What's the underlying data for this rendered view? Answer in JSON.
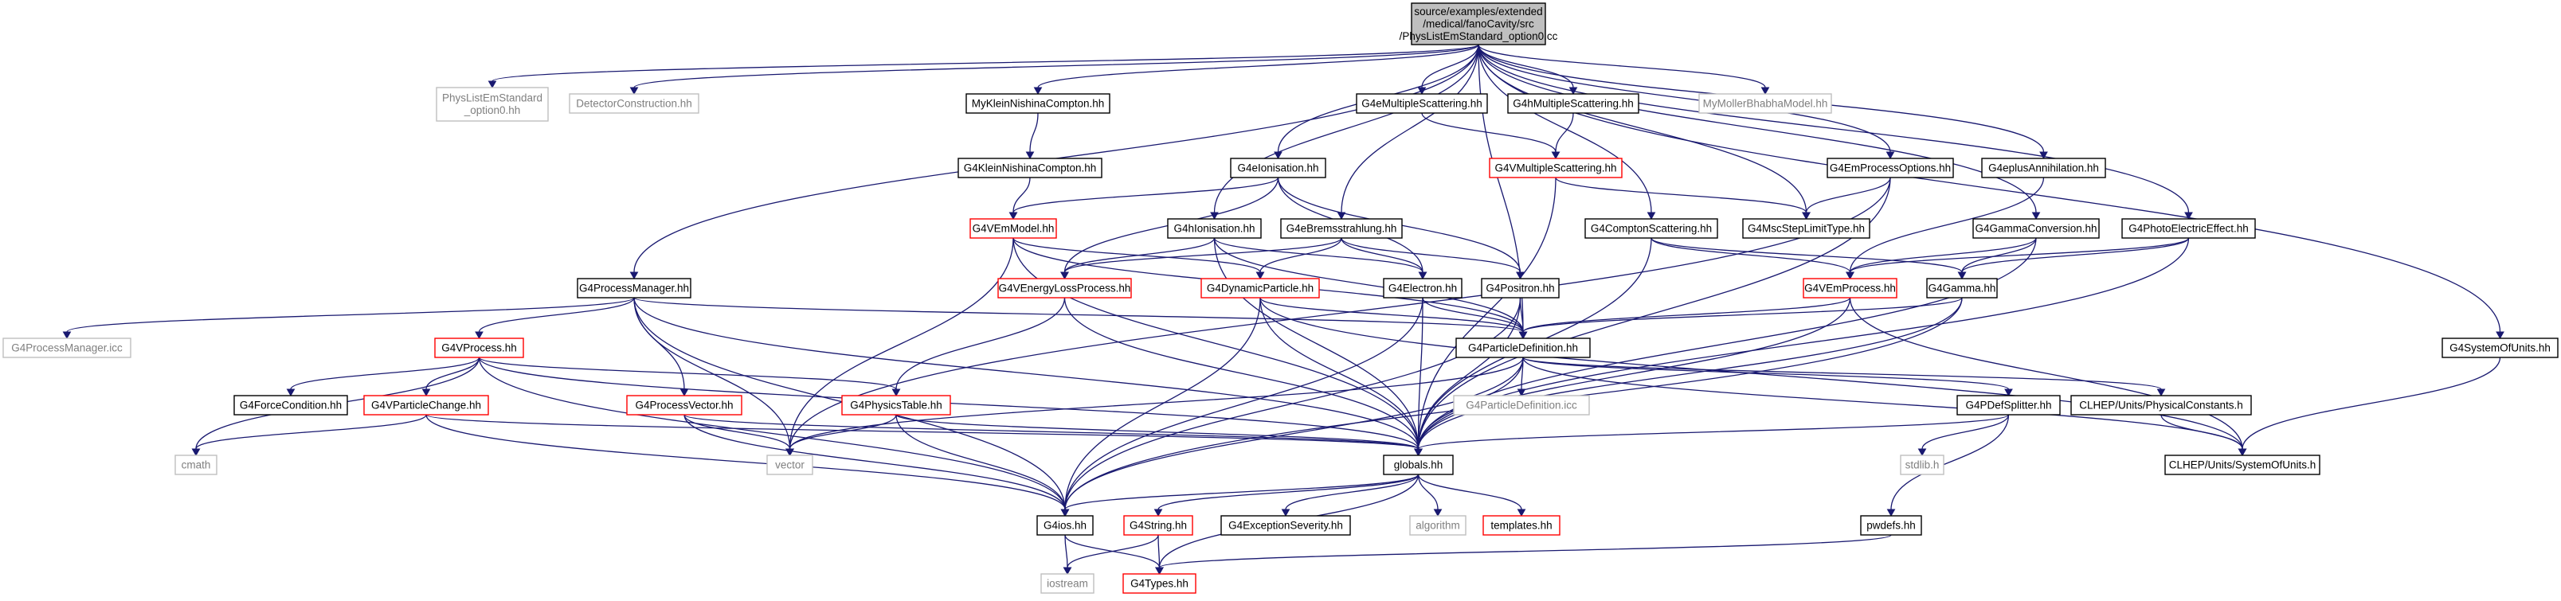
{
  "title": "",
  "colors": {
    "edge": "#191970",
    "root_fill": "#bfbfbf",
    "normal_border": "#000000",
    "red_border": "#ff0000",
    "gray_border": "#bfbfbf",
    "gray_text": "#7f7f7f",
    "text": "#000000"
  },
  "nodes": [
    {
      "id": "root",
      "lines": [
        "source/examples/extended",
        "/medical/fanoCavity/src",
        "/PhysListEmStandard_option0.cc"
      ],
      "style": "root"
    },
    {
      "id": "physlist",
      "lines": [
        "PhysListEmStandard",
        "_option0.hh"
      ],
      "style": "gray"
    },
    {
      "id": "detcons",
      "lines": [
        "DetectorConstruction.hh"
      ],
      "style": "gray"
    },
    {
      "id": "myklein",
      "lines": [
        "MyKleinNishinaCompton.hh"
      ],
      "style": "normal"
    },
    {
      "id": "g4emult",
      "lines": [
        "G4eMultipleScattering.hh"
      ],
      "style": "normal"
    },
    {
      "id": "g4hmult",
      "lines": [
        "G4hMultipleScattering.hh"
      ],
      "style": "normal"
    },
    {
      "id": "mymoller",
      "lines": [
        "MyMollerBhabhaModel.hh"
      ],
      "style": "gray"
    },
    {
      "id": "g4kleinnish",
      "lines": [
        "G4KleinNishinaCompton.hh"
      ],
      "style": "normal"
    },
    {
      "id": "g4eion",
      "lines": [
        "G4eIonisation.hh"
      ],
      "style": "normal"
    },
    {
      "id": "g4vmult",
      "lines": [
        "G4VMultipleScattering.hh"
      ],
      "style": "red"
    },
    {
      "id": "g4emopt",
      "lines": [
        "G4EmProcessOptions.hh"
      ],
      "style": "normal"
    },
    {
      "id": "g4eplus",
      "lines": [
        "G4eplusAnnihilation.hh"
      ],
      "style": "normal"
    },
    {
      "id": "g4vem",
      "lines": [
        "G4VEmModel.hh"
      ],
      "style": "red"
    },
    {
      "id": "g4hion",
      "lines": [
        "G4hIonisation.hh"
      ],
      "style": "normal"
    },
    {
      "id": "g4ebrem",
      "lines": [
        "G4eBremsstrahlung.hh"
      ],
      "style": "normal"
    },
    {
      "id": "g4compton",
      "lines": [
        "G4ComptonScattering.hh"
      ],
      "style": "normal"
    },
    {
      "id": "g4msc",
      "lines": [
        "G4MscStepLimitType.hh"
      ],
      "style": "normal"
    },
    {
      "id": "g4gconv",
      "lines": [
        "G4GammaConversion.hh"
      ],
      "style": "normal"
    },
    {
      "id": "g4photo",
      "lines": [
        "G4PhotoElectricEffect.hh"
      ],
      "style": "normal"
    },
    {
      "id": "g4procman",
      "lines": [
        "G4ProcessManager.hh"
      ],
      "style": "normal"
    },
    {
      "id": "g4veloss",
      "lines": [
        "G4VEnergyLossProcess.hh"
      ],
      "style": "red"
    },
    {
      "id": "g4dynpart",
      "lines": [
        "G4DynamicParticle.hh"
      ],
      "style": "red"
    },
    {
      "id": "g4electron",
      "lines": [
        "G4Electron.hh"
      ],
      "style": "normal"
    },
    {
      "id": "g4positron",
      "lines": [
        "G4Positron.hh"
      ],
      "style": "normal"
    },
    {
      "id": "g4vemproc",
      "lines": [
        "G4VEmProcess.hh"
      ],
      "style": "red"
    },
    {
      "id": "g4gamma",
      "lines": [
        "G4Gamma.hh"
      ],
      "style": "normal"
    },
    {
      "id": "g4procmanicc",
      "lines": [
        "G4ProcessManager.icc"
      ],
      "style": "gray"
    },
    {
      "id": "g4vprocess",
      "lines": [
        "G4VProcess.hh"
      ],
      "style": "red"
    },
    {
      "id": "g4partdef",
      "lines": [
        "G4ParticleDefinition.hh"
      ],
      "style": "normal"
    },
    {
      "id": "g4sysunits",
      "lines": [
        "G4SystemOfUnits.hh"
      ],
      "style": "normal"
    },
    {
      "id": "g4forcecond",
      "lines": [
        "G4ForceCondition.hh"
      ],
      "style": "normal"
    },
    {
      "id": "g4vpartchange",
      "lines": [
        "G4VParticleChange.hh"
      ],
      "style": "red"
    },
    {
      "id": "g4procvec",
      "lines": [
        "G4ProcessVector.hh"
      ],
      "style": "red"
    },
    {
      "id": "g4phystable",
      "lines": [
        "G4PhysicsTable.hh"
      ],
      "style": "red"
    },
    {
      "id": "g4partdeficc",
      "lines": [
        "G4ParticleDefinition.icc"
      ],
      "style": "gray"
    },
    {
      "id": "g4pdefsplit",
      "lines": [
        "G4PDefSplitter.hh"
      ],
      "style": "normal"
    },
    {
      "id": "clhepphys",
      "lines": [
        "CLHEP/Units/PhysicalConstants.h"
      ],
      "style": "normal"
    },
    {
      "id": "cmath",
      "lines": [
        "cmath"
      ],
      "style": "gray"
    },
    {
      "id": "vector",
      "lines": [
        "vector"
      ],
      "style": "gray"
    },
    {
      "id": "globals",
      "lines": [
        "globals.hh"
      ],
      "style": "normal"
    },
    {
      "id": "stdlib",
      "lines": [
        "stdlib.h"
      ],
      "style": "gray"
    },
    {
      "id": "clhepsys",
      "lines": [
        "CLHEP/Units/SystemOfUnits.h"
      ],
      "style": "normal"
    },
    {
      "id": "g4ios",
      "lines": [
        "G4ios.hh"
      ],
      "style": "normal"
    },
    {
      "id": "g4string",
      "lines": [
        "G4String.hh"
      ],
      "style": "red"
    },
    {
      "id": "g4excsev",
      "lines": [
        "G4ExceptionSeverity.hh"
      ],
      "style": "normal"
    },
    {
      "id": "algorithm",
      "lines": [
        "algorithm"
      ],
      "style": "gray"
    },
    {
      "id": "templates",
      "lines": [
        "templates.hh"
      ],
      "style": "red"
    },
    {
      "id": "pwdefs",
      "lines": [
        "pwdefs.hh"
      ],
      "style": "normal"
    },
    {
      "id": "iostream",
      "lines": [
        "iostream"
      ],
      "style": "gray"
    },
    {
      "id": "g4types",
      "lines": [
        "G4Types.hh"
      ],
      "style": "red"
    }
  ],
  "edges": [
    [
      "root",
      "physlist"
    ],
    [
      "root",
      "detcons"
    ],
    [
      "root",
      "myklein"
    ],
    [
      "root",
      "g4emult"
    ],
    [
      "root",
      "g4hmult"
    ],
    [
      "root",
      "mymoller"
    ],
    [
      "root",
      "g4eion"
    ],
    [
      "root",
      "g4emopt"
    ],
    [
      "root",
      "g4eplus"
    ],
    [
      "root",
      "g4hion"
    ],
    [
      "root",
      "g4ebrem"
    ],
    [
      "root",
      "g4compton"
    ],
    [
      "root",
      "g4msc"
    ],
    [
      "root",
      "g4gconv"
    ],
    [
      "root",
      "g4photo"
    ],
    [
      "root",
      "g4procman"
    ],
    [
      "root",
      "g4partdef"
    ],
    [
      "root",
      "g4sysunits"
    ],
    [
      "myklein",
      "g4kleinnish"
    ],
    [
      "g4kleinnish",
      "g4vem"
    ],
    [
      "g4emult",
      "g4vmult"
    ],
    [
      "g4hmult",
      "g4vmult"
    ],
    [
      "g4vmult",
      "g4msc"
    ],
    [
      "g4vmult",
      "globals"
    ],
    [
      "g4eion",
      "g4vem"
    ],
    [
      "g4eion",
      "g4veloss"
    ],
    [
      "g4eion",
      "g4electron"
    ],
    [
      "g4eion",
      "g4positron"
    ],
    [
      "g4hion",
      "g4veloss"
    ],
    [
      "g4hion",
      "g4electron"
    ],
    [
      "g4hion",
      "g4partdef"
    ],
    [
      "g4hion",
      "globals"
    ],
    [
      "g4ebrem",
      "g4dynpart"
    ],
    [
      "g4ebrem",
      "g4electron"
    ],
    [
      "g4ebrem",
      "g4positron"
    ],
    [
      "g4ebrem",
      "g4veloss"
    ],
    [
      "g4emopt",
      "g4msc"
    ],
    [
      "g4emopt",
      "vector"
    ],
    [
      "g4emopt",
      "globals"
    ],
    [
      "g4eplus",
      "g4vemproc"
    ],
    [
      "g4gconv",
      "g4vemproc"
    ],
    [
      "g4gconv",
      "g4gamma"
    ],
    [
      "g4gconv",
      "globals"
    ],
    [
      "g4photo",
      "g4vemproc"
    ],
    [
      "g4photo",
      "g4gamma"
    ],
    [
      "g4photo",
      "globals"
    ],
    [
      "g4compton",
      "g4vemproc"
    ],
    [
      "g4compton",
      "g4gamma"
    ],
    [
      "g4compton",
      "globals"
    ],
    [
      "g4vem",
      "g4dynpart"
    ],
    [
      "g4vem",
      "g4partdef"
    ],
    [
      "g4vem",
      "globals"
    ],
    [
      "g4vem",
      "vector"
    ],
    [
      "g4procman",
      "g4vprocess"
    ],
    [
      "g4procman",
      "g4procvec"
    ],
    [
      "g4procman",
      "g4procmanicc"
    ],
    [
      "g4procman",
      "globals"
    ],
    [
      "g4procman",
      "g4ios"
    ],
    [
      "g4procman",
      "vector"
    ],
    [
      "g4procman",
      "g4partdef"
    ],
    [
      "g4veloss",
      "g4phystable"
    ],
    [
      "g4veloss",
      "globals"
    ],
    [
      "g4dynpart",
      "g4partdef"
    ],
    [
      "g4dynpart",
      "globals"
    ],
    [
      "g4dynpart",
      "g4ios"
    ],
    [
      "g4dynpart",
      "clhepsys"
    ],
    [
      "g4electron",
      "g4partdef"
    ],
    [
      "g4electron",
      "globals"
    ],
    [
      "g4electron",
      "g4ios"
    ],
    [
      "g4positron",
      "g4partdef"
    ],
    [
      "g4positron",
      "globals"
    ],
    [
      "g4positron",
      "g4ios"
    ],
    [
      "g4vemproc",
      "g4partdef"
    ],
    [
      "g4vemproc",
      "globals"
    ],
    [
      "g4vemproc",
      "clhepsys"
    ],
    [
      "g4gamma",
      "g4partdef"
    ],
    [
      "g4gamma",
      "globals"
    ],
    [
      "g4gamma",
      "g4ios"
    ],
    [
      "g4vprocess",
      "g4forcecond"
    ],
    [
      "g4vprocess",
      "g4vpartchange"
    ],
    [
      "g4vprocess",
      "g4phystable"
    ],
    [
      "g4vprocess",
      "globals"
    ],
    [
      "g4vprocess",
      "g4ios"
    ],
    [
      "g4vprocess",
      "cmath"
    ],
    [
      "g4partdef",
      "globals"
    ],
    [
      "g4partdef",
      "g4ios"
    ],
    [
      "g4partdef",
      "vector"
    ],
    [
      "g4partdef",
      "g4partdeficc"
    ],
    [
      "g4partdef",
      "g4pdefsplit"
    ],
    [
      "g4partdef",
      "clhepphys"
    ],
    [
      "g4partdef",
      "clhepsys"
    ],
    [
      "g4sysunits",
      "clhepsys"
    ],
    [
      "g4vpartchange",
      "globals"
    ],
    [
      "g4vpartchange",
      "g4ios"
    ],
    [
      "g4vpartchange",
      "cmath"
    ],
    [
      "g4procvec",
      "vector"
    ],
    [
      "g4procvec",
      "globals"
    ],
    [
      "g4procvec",
      "g4ios"
    ],
    [
      "g4phystable",
      "vector"
    ],
    [
      "g4phystable",
      "globals"
    ],
    [
      "g4phystable",
      "g4ios"
    ],
    [
      "g4pdefsplit",
      "globals"
    ],
    [
      "g4pdefsplit",
      "stdlib"
    ],
    [
      "g4pdefsplit",
      "pwdefs"
    ],
    [
      "clhepphys",
      "clhepsys"
    ],
    [
      "globals",
      "g4ios"
    ],
    [
      "globals",
      "g4string"
    ],
    [
      "globals",
      "g4excsev"
    ],
    [
      "globals",
      "algorithm"
    ],
    [
      "globals",
      "templates"
    ],
    [
      "globals",
      "g4types"
    ],
    [
      "g4ios",
      "iostream"
    ],
    [
      "g4ios",
      "g4types"
    ],
    [
      "g4string",
      "iostream"
    ],
    [
      "g4string",
      "g4types"
    ],
    [
      "pwdefs",
      "g4types"
    ]
  ]
}
